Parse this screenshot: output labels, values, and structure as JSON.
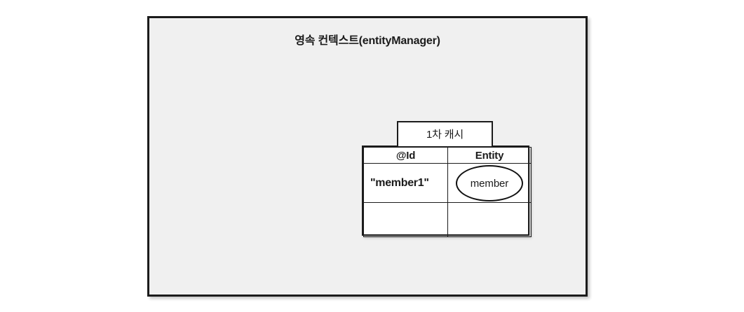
{
  "diagram": {
    "panel": {
      "title": "영속 컨텍스트(entityManager)",
      "background_color": "#f0f0f0",
      "border_color": "#1b1b1b"
    },
    "cache": {
      "caption": "1차 캐시",
      "columns": [
        {
          "key": "id",
          "header": "@Id"
        },
        {
          "key": "entity",
          "header": "Entity"
        }
      ],
      "rows": [
        {
          "id": "\"member1\"",
          "entity": "member"
        },
        {
          "id": "",
          "entity": ""
        }
      ],
      "entity_shape": "ellipse",
      "border_color": "#1b1b1b",
      "cell_background": "#ffffff"
    }
  },
  "page": {
    "background_color": "#ffffff"
  }
}
